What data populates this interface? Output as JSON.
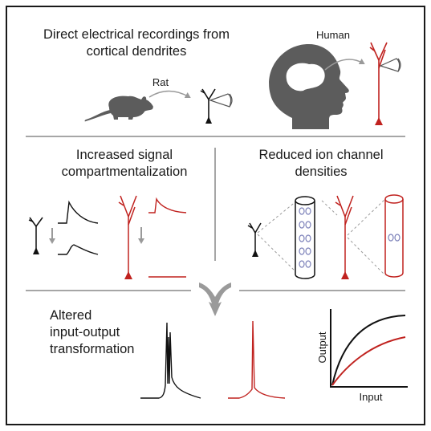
{
  "title": "Direct electrical recordings from\ncortical dendrites",
  "species": {
    "rat": "Rat",
    "human": "Human"
  },
  "panels": {
    "compartmentalization": "Increased signal\ncompartmentalization",
    "ion_channels": "Reduced ion channel\ndensities",
    "io_transform": "Altered\ninput-output\ntransformation"
  },
  "io_plot": {
    "x_label": "Input",
    "y_label": "Output"
  },
  "colors": {
    "rat": "#111111",
    "human": "#c0221f",
    "silhouette": "#5c5c5c",
    "divider": "#a6a6a6",
    "channel": "#7a7fb8"
  }
}
